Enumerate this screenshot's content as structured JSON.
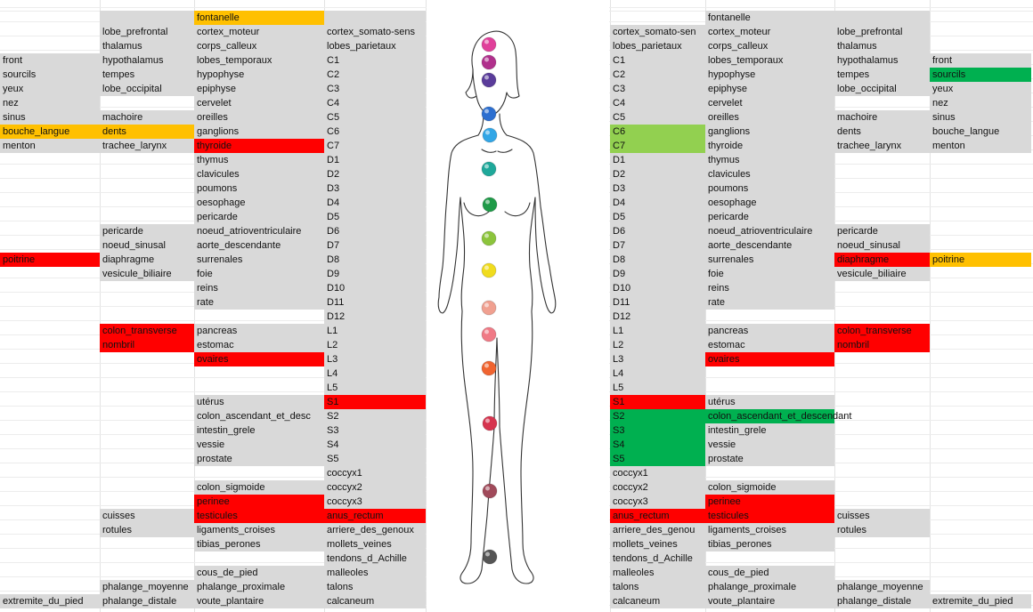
{
  "left_columns": {
    "col1": [
      {
        "row": 4,
        "text": "front",
        "bg": "gray"
      },
      {
        "row": 5,
        "text": "sourcils",
        "bg": "gray"
      },
      {
        "row": 6,
        "text": "yeux",
        "bg": "gray"
      },
      {
        "row": 7,
        "text": "nez",
        "bg": "gray"
      },
      {
        "row": 8,
        "text": "sinus",
        "bg": "gray"
      },
      {
        "row": 9,
        "text": "bouche_langue",
        "bg": "orange"
      },
      {
        "row": 10,
        "text": "menton",
        "bg": "gray"
      },
      {
        "row": 18,
        "text": "poitrine",
        "bg": "red"
      },
      {
        "row": 42,
        "text": "extremite_du_pied",
        "bg": "gray"
      }
    ],
    "col2": [
      {
        "row": 1,
        "text": "",
        "bg": "gray"
      },
      {
        "row": 2,
        "text": "lobe_prefrontal",
        "bg": "gray"
      },
      {
        "row": 3,
        "text": "thalamus",
        "bg": "gray"
      },
      {
        "row": 4,
        "text": "hypothalamus",
        "bg": "gray"
      },
      {
        "row": 5,
        "text": "tempes",
        "bg": "gray"
      },
      {
        "row": 6,
        "text": "lobe_occipital",
        "bg": "gray"
      },
      {
        "row": 8,
        "text": "machoire",
        "bg": "gray"
      },
      {
        "row": 9,
        "text": "dents",
        "bg": "orange"
      },
      {
        "row": 10,
        "text": "trachee_larynx",
        "bg": "gray"
      },
      {
        "row": 16,
        "text": "pericarde",
        "bg": "gray"
      },
      {
        "row": 17,
        "text": "noeud_sinusal",
        "bg": "gray"
      },
      {
        "row": 18,
        "text": "diaphragme",
        "bg": "gray"
      },
      {
        "row": 19,
        "text": "vesicule_biliaire",
        "bg": "gray"
      },
      {
        "row": 23,
        "text": "colon_transverse",
        "bg": "red"
      },
      {
        "row": 24,
        "text": "nombril",
        "bg": "red"
      },
      {
        "row": 36,
        "text": "cuisses",
        "bg": "gray"
      },
      {
        "row": 37,
        "text": "rotules",
        "bg": "gray"
      },
      {
        "row": 41,
        "text": "phalange_moyenne",
        "bg": "gray"
      },
      {
        "row": 42,
        "text": "phalange_distale",
        "bg": "gray"
      }
    ],
    "col3": [
      {
        "row": 1,
        "text": "fontanelle",
        "bg": "orange"
      },
      {
        "row": 2,
        "text": "cortex_moteur",
        "bg": "gray"
      },
      {
        "row": 3,
        "text": "corps_calleux",
        "bg": "gray"
      },
      {
        "row": 4,
        "text": "lobes_temporaux",
        "bg": "gray"
      },
      {
        "row": 5,
        "text": "hypophyse",
        "bg": "gray"
      },
      {
        "row": 6,
        "text": "epiphyse",
        "bg": "gray"
      },
      {
        "row": 7,
        "text": "cervelet",
        "bg": "gray"
      },
      {
        "row": 8,
        "text": "oreilles",
        "bg": "gray"
      },
      {
        "row": 9,
        "text": "ganglions",
        "bg": "gray"
      },
      {
        "row": 10,
        "text": "thyroide",
        "bg": "red"
      },
      {
        "row": 11,
        "text": "thymus",
        "bg": "gray"
      },
      {
        "row": 12,
        "text": "clavicules",
        "bg": "gray"
      },
      {
        "row": 13,
        "text": "poumons",
        "bg": "gray"
      },
      {
        "row": 14,
        "text": "oesophage",
        "bg": "gray"
      },
      {
        "row": 15,
        "text": "pericarde",
        "bg": "gray"
      },
      {
        "row": 16,
        "text": "noeud_atrioventriculaire",
        "bg": "gray"
      },
      {
        "row": 17,
        "text": "aorte_descendante",
        "bg": "gray"
      },
      {
        "row": 18,
        "text": "surrenales",
        "bg": "gray"
      },
      {
        "row": 19,
        "text": "foie",
        "bg": "gray"
      },
      {
        "row": 20,
        "text": "reins",
        "bg": "gray"
      },
      {
        "row": 21,
        "text": "rate",
        "bg": "gray"
      },
      {
        "row": 23,
        "text": "pancreas",
        "bg": "gray"
      },
      {
        "row": 24,
        "text": "estomac",
        "bg": "gray"
      },
      {
        "row": 25,
        "text": "ovaires",
        "bg": "red"
      },
      {
        "row": 28,
        "text": "utérus",
        "bg": "gray"
      },
      {
        "row": 29,
        "text": "colon_ascendant_et_desc",
        "bg": "gray"
      },
      {
        "row": 30,
        "text": "intestin_grele",
        "bg": "gray"
      },
      {
        "row": 31,
        "text": "vessie",
        "bg": "gray"
      },
      {
        "row": 32,
        "text": "prostate",
        "bg": "gray"
      },
      {
        "row": 34,
        "text": "colon_sigmoide",
        "bg": "gray"
      },
      {
        "row": 35,
        "text": "perinee",
        "bg": "red"
      },
      {
        "row": 36,
        "text": "testicules",
        "bg": "red"
      },
      {
        "row": 37,
        "text": "ligaments_croises",
        "bg": "gray"
      },
      {
        "row": 38,
        "text": "tibias_perones",
        "bg": "gray"
      },
      {
        "row": 40,
        "text": "cous_de_pied",
        "bg": "gray"
      },
      {
        "row": 41,
        "text": "phalange_proximale",
        "bg": "gray"
      },
      {
        "row": 42,
        "text": "voute_plantaire",
        "bg": "gray"
      }
    ],
    "col4": [
      {
        "row": 1,
        "text": "",
        "bg": "gray"
      },
      {
        "row": 2,
        "text": "cortex_somato-sens",
        "bg": "gray"
      },
      {
        "row": 3,
        "text": "lobes_parietaux",
        "bg": "gray"
      },
      {
        "row": 4,
        "text": "C1",
        "bg": "gray"
      },
      {
        "row": 5,
        "text": "C2",
        "bg": "gray"
      },
      {
        "row": 6,
        "text": "C3",
        "bg": "gray"
      },
      {
        "row": 7,
        "text": "C4",
        "bg": "gray"
      },
      {
        "row": 8,
        "text": "C5",
        "bg": "gray"
      },
      {
        "row": 9,
        "text": "C6",
        "bg": "gray"
      },
      {
        "row": 10,
        "text": "C7",
        "bg": "gray"
      },
      {
        "row": 11,
        "text": "D1",
        "bg": "gray"
      },
      {
        "row": 12,
        "text": "D2",
        "bg": "gray"
      },
      {
        "row": 13,
        "text": "D3",
        "bg": "gray"
      },
      {
        "row": 14,
        "text": "D4",
        "bg": "gray"
      },
      {
        "row": 15,
        "text": "D5",
        "bg": "gray"
      },
      {
        "row": 16,
        "text": "D6",
        "bg": "gray"
      },
      {
        "row": 17,
        "text": "D7",
        "bg": "gray"
      },
      {
        "row": 18,
        "text": "D8",
        "bg": "gray"
      },
      {
        "row": 19,
        "text": "D9",
        "bg": "gray"
      },
      {
        "row": 20,
        "text": "D10",
        "bg": "gray"
      },
      {
        "row": 21,
        "text": "D11",
        "bg": "gray"
      },
      {
        "row": 22,
        "text": "D12",
        "bg": "gray"
      },
      {
        "row": 23,
        "text": "L1",
        "bg": "gray"
      },
      {
        "row": 24,
        "text": "L2",
        "bg": "gray"
      },
      {
        "row": 25,
        "text": "L3",
        "bg": "gray"
      },
      {
        "row": 26,
        "text": "L4",
        "bg": "gray"
      },
      {
        "row": 27,
        "text": "L5",
        "bg": "gray"
      },
      {
        "row": 28,
        "text": "S1",
        "bg": "red"
      },
      {
        "row": 29,
        "text": "S2",
        "bg": "gray"
      },
      {
        "row": 30,
        "text": "S3",
        "bg": "gray"
      },
      {
        "row": 31,
        "text": "S4",
        "bg": "gray"
      },
      {
        "row": 32,
        "text": "S5",
        "bg": "gray"
      },
      {
        "row": 33,
        "text": "coccyx1",
        "bg": "gray"
      },
      {
        "row": 34,
        "text": "coccyx2",
        "bg": "gray"
      },
      {
        "row": 35,
        "text": "coccyx3",
        "bg": "gray"
      },
      {
        "row": 36,
        "text": "anus_rectum",
        "bg": "red"
      },
      {
        "row": 37,
        "text": "arriere_des_genoux",
        "bg": "gray"
      },
      {
        "row": 38,
        "text": "mollets_veines",
        "bg": "gray"
      },
      {
        "row": 39,
        "text": "tendons_d_Achille",
        "bg": "gray"
      },
      {
        "row": 40,
        "text": "malleoles",
        "bg": "gray"
      },
      {
        "row": 41,
        "text": "talons",
        "bg": "gray"
      },
      {
        "row": 42,
        "text": "calcaneum",
        "bg": "gray"
      }
    ]
  },
  "right_columns": {
    "col5": [
      {
        "row": 2,
        "text": "cortex_somato-sen",
        "bg": "gray"
      },
      {
        "row": 3,
        "text": "lobes_parietaux",
        "bg": "gray"
      },
      {
        "row": 4,
        "text": "C1",
        "bg": "gray"
      },
      {
        "row": 5,
        "text": "C2",
        "bg": "gray"
      },
      {
        "row": 6,
        "text": "C3",
        "bg": "gray"
      },
      {
        "row": 7,
        "text": "C4",
        "bg": "gray"
      },
      {
        "row": 8,
        "text": "C5",
        "bg": "gray"
      },
      {
        "row": 9,
        "text": "C6",
        "bg": "lgreen"
      },
      {
        "row": 10,
        "text": "C7",
        "bg": "lgreen"
      },
      {
        "row": 11,
        "text": "D1",
        "bg": "gray"
      },
      {
        "row": 12,
        "text": "D2",
        "bg": "gray"
      },
      {
        "row": 13,
        "text": "D3",
        "bg": "gray"
      },
      {
        "row": 14,
        "text": "D4",
        "bg": "gray"
      },
      {
        "row": 15,
        "text": "D5",
        "bg": "gray"
      },
      {
        "row": 16,
        "text": "D6",
        "bg": "gray"
      },
      {
        "row": 17,
        "text": "D7",
        "bg": "gray"
      },
      {
        "row": 18,
        "text": "D8",
        "bg": "gray"
      },
      {
        "row": 19,
        "text": "D9",
        "bg": "gray"
      },
      {
        "row": 20,
        "text": "D10",
        "bg": "gray"
      },
      {
        "row": 21,
        "text": "D11",
        "bg": "gray"
      },
      {
        "row": 22,
        "text": "D12",
        "bg": "gray"
      },
      {
        "row": 23,
        "text": "L1",
        "bg": "gray"
      },
      {
        "row": 24,
        "text": "L2",
        "bg": "gray"
      },
      {
        "row": 25,
        "text": "L3",
        "bg": "gray"
      },
      {
        "row": 26,
        "text": "L4",
        "bg": "gray"
      },
      {
        "row": 27,
        "text": "L5",
        "bg": "gray"
      },
      {
        "row": 28,
        "text": "S1",
        "bg": "red"
      },
      {
        "row": 29,
        "text": "S2",
        "bg": "green"
      },
      {
        "row": 30,
        "text": "S3",
        "bg": "green"
      },
      {
        "row": 31,
        "text": "S4",
        "bg": "green"
      },
      {
        "row": 32,
        "text": "S5",
        "bg": "green"
      },
      {
        "row": 33,
        "text": "coccyx1",
        "bg": "gray"
      },
      {
        "row": 34,
        "text": "coccyx2",
        "bg": "gray"
      },
      {
        "row": 35,
        "text": "coccyx3",
        "bg": "gray"
      },
      {
        "row": 36,
        "text": "anus_rectum",
        "bg": "red"
      },
      {
        "row": 37,
        "text": "arriere_des_genou",
        "bg": "gray"
      },
      {
        "row": 38,
        "text": "mollets_veines",
        "bg": "gray"
      },
      {
        "row": 39,
        "text": "tendons_d_Achille",
        "bg": "gray"
      },
      {
        "row": 40,
        "text": "malleoles",
        "bg": "gray"
      },
      {
        "row": 41,
        "text": "talons",
        "bg": "gray"
      },
      {
        "row": 42,
        "text": "calcaneum",
        "bg": "gray"
      }
    ],
    "col6": [
      {
        "row": 1,
        "text": "fontanelle",
        "bg": "gray"
      },
      {
        "row": 2,
        "text": "cortex_moteur",
        "bg": "gray"
      },
      {
        "row": 3,
        "text": "corps_calleux",
        "bg": "gray"
      },
      {
        "row": 4,
        "text": "lobes_temporaux",
        "bg": "gray"
      },
      {
        "row": 5,
        "text": "hypophyse",
        "bg": "gray"
      },
      {
        "row": 6,
        "text": "epiphyse",
        "bg": "gray"
      },
      {
        "row": 7,
        "text": "cervelet",
        "bg": "gray"
      },
      {
        "row": 8,
        "text": "oreilles",
        "bg": "gray"
      },
      {
        "row": 9,
        "text": "ganglions",
        "bg": "gray"
      },
      {
        "row": 10,
        "text": "thyroide",
        "bg": "gray"
      },
      {
        "row": 11,
        "text": "thymus",
        "bg": "gray"
      },
      {
        "row": 12,
        "text": "clavicules",
        "bg": "gray"
      },
      {
        "row": 13,
        "text": "poumons",
        "bg": "gray"
      },
      {
        "row": 14,
        "text": "oesophage",
        "bg": "gray"
      },
      {
        "row": 15,
        "text": "pericarde",
        "bg": "gray"
      },
      {
        "row": 16,
        "text": "noeud_atrioventriculaire",
        "bg": "gray"
      },
      {
        "row": 17,
        "text": "aorte_descendante",
        "bg": "gray"
      },
      {
        "row": 18,
        "text": "surrenales",
        "bg": "gray"
      },
      {
        "row": 19,
        "text": "foie",
        "bg": "gray"
      },
      {
        "row": 20,
        "text": "reins",
        "bg": "gray"
      },
      {
        "row": 21,
        "text": "rate",
        "bg": "gray"
      },
      {
        "row": 23,
        "text": "pancreas",
        "bg": "gray"
      },
      {
        "row": 24,
        "text": "estomac",
        "bg": "gray"
      },
      {
        "row": 25,
        "text": "ovaires",
        "bg": "red"
      },
      {
        "row": 28,
        "text": "utérus",
        "bg": "gray"
      },
      {
        "row": 29,
        "text": "colon_ascendant_et_descendant",
        "bg": "green",
        "wide": true
      },
      {
        "row": 30,
        "text": "intestin_grele",
        "bg": "gray"
      },
      {
        "row": 31,
        "text": "vessie",
        "bg": "gray"
      },
      {
        "row": 32,
        "text": "prostate",
        "bg": "gray"
      },
      {
        "row": 34,
        "text": "colon_sigmoide",
        "bg": "gray"
      },
      {
        "row": 35,
        "text": "perinee",
        "bg": "red"
      },
      {
        "row": 36,
        "text": "testicules",
        "bg": "red"
      },
      {
        "row": 37,
        "text": "ligaments_croises",
        "bg": "gray"
      },
      {
        "row": 38,
        "text": "tibias_perones",
        "bg": "gray"
      },
      {
        "row": 40,
        "text": "cous_de_pied",
        "bg": "gray"
      },
      {
        "row": 41,
        "text": "phalange_proximale",
        "bg": "gray"
      },
      {
        "row": 42,
        "text": "voute_plantaire",
        "bg": "gray"
      }
    ],
    "col7": [
      {
        "row": 1,
        "text": "",
        "bg": "gray"
      },
      {
        "row": 2,
        "text": "lobe_prefrontal",
        "bg": "gray"
      },
      {
        "row": 3,
        "text": "thalamus",
        "bg": "gray"
      },
      {
        "row": 4,
        "text": "hypothalamus",
        "bg": "gray"
      },
      {
        "row": 5,
        "text": "tempes",
        "bg": "gray"
      },
      {
        "row": 6,
        "text": "lobe_occipital",
        "bg": "gray"
      },
      {
        "row": 8,
        "text": "machoire",
        "bg": "gray"
      },
      {
        "row": 9,
        "text": "dents",
        "bg": "gray"
      },
      {
        "row": 10,
        "text": "trachee_larynx",
        "bg": "gray"
      },
      {
        "row": 16,
        "text": "pericarde",
        "bg": "gray"
      },
      {
        "row": 17,
        "text": "noeud_sinusal",
        "bg": "gray"
      },
      {
        "row": 18,
        "text": "diaphragme",
        "bg": "red"
      },
      {
        "row": 19,
        "text": "vesicule_biliaire",
        "bg": "gray"
      },
      {
        "row": 23,
        "text": "colon_transverse",
        "bg": "red"
      },
      {
        "row": 24,
        "text": "nombril",
        "bg": "red"
      },
      {
        "row": 36,
        "text": "cuisses",
        "bg": "gray"
      },
      {
        "row": 37,
        "text": "rotules",
        "bg": "gray"
      },
      {
        "row": 41,
        "text": "phalange_moyenne",
        "bg": "gray",
        "wide": true
      },
      {
        "row": 42,
        "text": "phalange_distale",
        "bg": "gray"
      }
    ],
    "col8": [
      {
        "row": 4,
        "text": "front",
        "bg": "gray"
      },
      {
        "row": 5,
        "text": "sourcils",
        "bg": "green"
      },
      {
        "row": 6,
        "text": "yeux",
        "bg": "gray"
      },
      {
        "row": 7,
        "text": "nez",
        "bg": "gray"
      },
      {
        "row": 8,
        "text": "sinus",
        "bg": "gray"
      },
      {
        "row": 9,
        "text": "bouche_langue",
        "bg": "gray"
      },
      {
        "row": 10,
        "text": "menton",
        "bg": "gray"
      },
      {
        "row": 18,
        "text": "poitrine",
        "bg": "orange"
      },
      {
        "row": 42,
        "text": "extremite_du_pied",
        "bg": "gray"
      }
    ]
  },
  "body_figure": {
    "chakra_dots": [
      {
        "name": "crown-top",
        "color": "#e0409a"
      },
      {
        "name": "crown",
        "color": "#b0308c"
      },
      {
        "name": "third-eye",
        "color": "#5a3c9a"
      },
      {
        "name": "throat-upper",
        "color": "#2d6fd0"
      },
      {
        "name": "throat-lower",
        "color": "#32a6e6"
      },
      {
        "name": "heart-upper",
        "color": "#1fa89a"
      },
      {
        "name": "heart",
        "color": "#1f9a48"
      },
      {
        "name": "solar-upper",
        "color": "#8cc43c"
      },
      {
        "name": "solar",
        "color": "#f0dc1e"
      },
      {
        "name": "sacral-upper",
        "color": "#f0a090"
      },
      {
        "name": "sacral",
        "color": "#f07a86"
      },
      {
        "name": "root-upper",
        "color": "#f06430"
      },
      {
        "name": "knee",
        "color": "#d6344e"
      },
      {
        "name": "shin",
        "color": "#a04a5a"
      },
      {
        "name": "foot",
        "color": "#555555"
      }
    ]
  }
}
